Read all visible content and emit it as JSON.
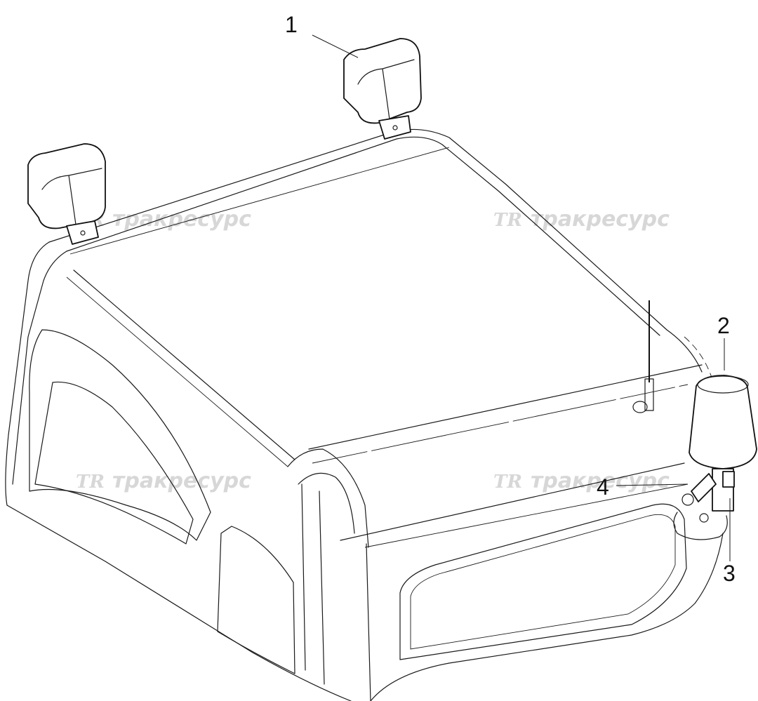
{
  "callouts": [
    {
      "id": "1",
      "label": "1"
    },
    {
      "id": "2",
      "label": "2"
    },
    {
      "id": "3",
      "label": "3"
    },
    {
      "id": "4",
      "label": "4"
    }
  ],
  "watermark": {
    "logo": "TR",
    "text": "тракресурс",
    "color": "#d7d7d7"
  },
  "colors": {
    "line": "#1a1a1a",
    "background": "#ffffff"
  }
}
